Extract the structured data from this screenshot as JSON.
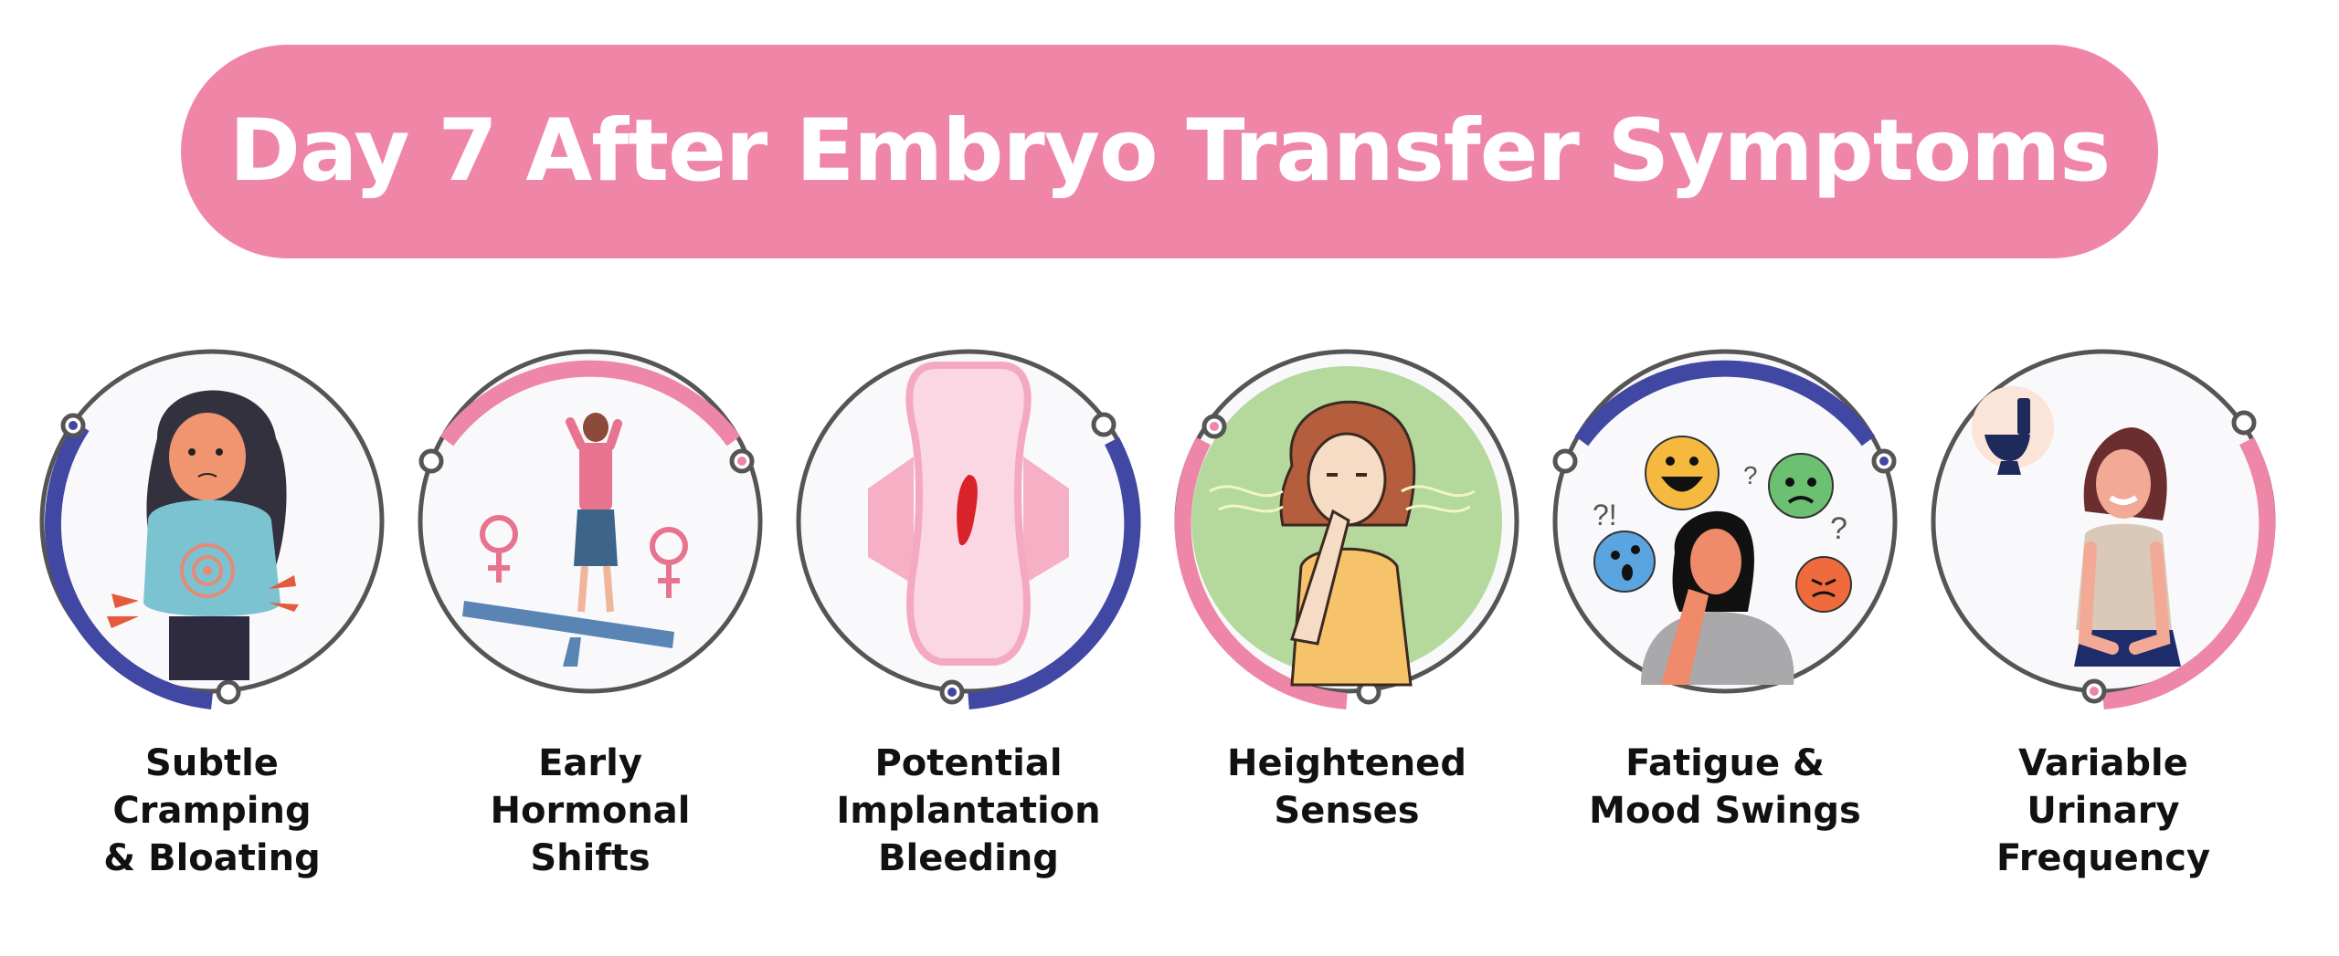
{
  "header": {
    "title": "Day 7 After Embryo Transfer Symptoms"
  },
  "colors": {
    "title_pill": "#ef86a8",
    "accent_pink": "#ee86a8",
    "accent_blue": "#4148a4",
    "ring_gray": "#555555",
    "circle_fill": "#f7f7f9",
    "green_fill": "#b5d99c",
    "label_text": "#111111"
  },
  "symptoms": [
    {
      "label_lines": [
        "Subtle",
        "Cramping",
        "& Bloating"
      ],
      "icon": "woman-holding-stomach-cramps-icon",
      "arc_color": "blue",
      "arc_position": "left"
    },
    {
      "label_lines": [
        "Early",
        "Hormonal",
        "Shifts"
      ],
      "icon": "woman-on-seesaw-female-symbols-icon",
      "arc_color": "pink",
      "arc_position": "top"
    },
    {
      "label_lines": [
        "Potential",
        "Implantation",
        "Bleeding"
      ],
      "icon": "sanitary-pad-blood-spot-icon",
      "arc_color": "blue",
      "arc_position": "right"
    },
    {
      "label_lines": [
        "Heightened",
        "Senses"
      ],
      "icon": "woman-covering-nose-smell-icon",
      "arc_color": "pink",
      "arc_position": "left"
    },
    {
      "label_lines": [
        "Fatigue &",
        "Mood Swings"
      ],
      "icon": "woman-with-emotion-faces-icon",
      "arc_color": "blue",
      "arc_position": "top"
    },
    {
      "label_lines": [
        "Variable",
        "Urinary",
        "Frequency"
      ],
      "icon": "woman-needing-toilet-icon",
      "arc_color": "pink",
      "arc_position": "right"
    }
  ]
}
